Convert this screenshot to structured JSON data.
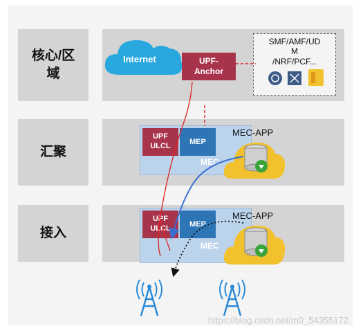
{
  "layers": {
    "core": {
      "label": "核心/区\n域"
    },
    "aggregation": {
      "label": "汇聚"
    },
    "access": {
      "label": "接入"
    }
  },
  "core_row": {
    "internet_label": "Internet",
    "upf_anchor_label": "UPF-\nAnchor",
    "nf_text": "SMF/AMF/UD\nM\n/NRF/PCF..."
  },
  "aggregation_row": {
    "upf_label": "UPF\nULCL",
    "mep_label": "MEP",
    "mec_label": "MEC",
    "app_label": "MEC-APP"
  },
  "access_row": {
    "upf_label": "UPF\nULCL",
    "mep_label": "MEP",
    "mec_label": "MEC",
    "app_label": "MEC-APP"
  },
  "watermark": "https://blog.csdn.net/m0_54355172",
  "colors": {
    "row_bg": "#d4d4d4",
    "mec_bg": "#bcd3ec",
    "upf": "#a8344c",
    "mep": "#2e75b6",
    "cloud": "#29a8e0",
    "app_cloud": "#f2c12e",
    "red_line": "#e02020",
    "blue_line": "#3a6fd0"
  },
  "icons": [
    "cloud-icon",
    "database-icon",
    "download-arrow-icon",
    "cell-tower-icon",
    "network-function-icon"
  ]
}
